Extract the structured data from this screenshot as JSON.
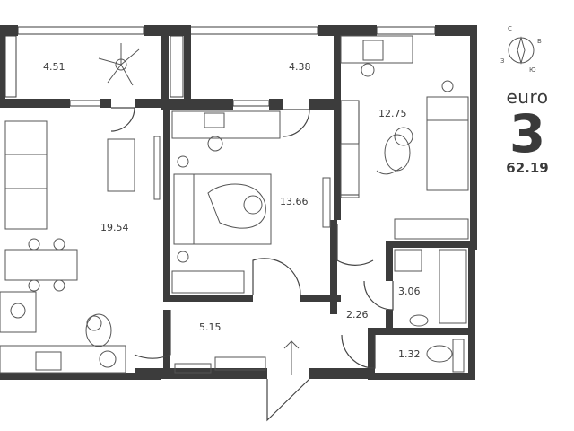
{
  "plan": {
    "kind": "euro",
    "rooms": "3",
    "total_area": "62.19"
  },
  "compass": {
    "north": "С",
    "east": "В",
    "south": "Ю",
    "west": "З"
  },
  "rooms": {
    "balcony_left": "4.51",
    "balcony_right": "4.38",
    "bedroom_right": "12.75",
    "living_kitchen": "19.54",
    "bedroom_center": "13.66",
    "hall": "5.15",
    "corridor": "2.26",
    "bathroom": "3.06",
    "toilet": "1.32"
  },
  "colors": {
    "wall": "#3c3c3c",
    "furniture": "#555555",
    "background": "#ffffff"
  }
}
